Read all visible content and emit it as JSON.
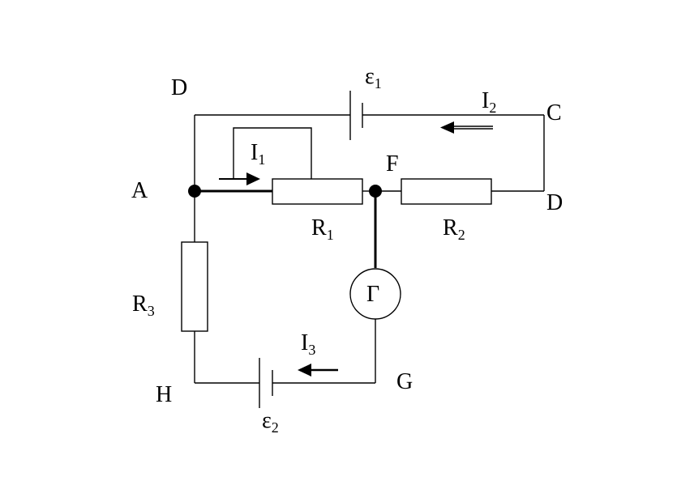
{
  "nodes": {
    "D_top": "D",
    "C": "C",
    "A": "A",
    "F": "F",
    "D_right": "D",
    "H": "H",
    "G": "G"
  },
  "elements": {
    "emf1": {
      "symbol": "ε",
      "sub": "1"
    },
    "emf2": {
      "symbol": "ε",
      "sub": "2"
    },
    "R1": {
      "symbol": "R",
      "sub": "1"
    },
    "R2": {
      "symbol": "R",
      "sub": "2"
    },
    "R3": {
      "symbol": "R",
      "sub": "3"
    },
    "galvanometer": "Г"
  },
  "currents": {
    "I1": {
      "symbol": "I",
      "sub": "1"
    },
    "I2": {
      "symbol": "I",
      "sub": "2"
    },
    "I3": {
      "symbol": "I",
      "sub": "3"
    }
  }
}
